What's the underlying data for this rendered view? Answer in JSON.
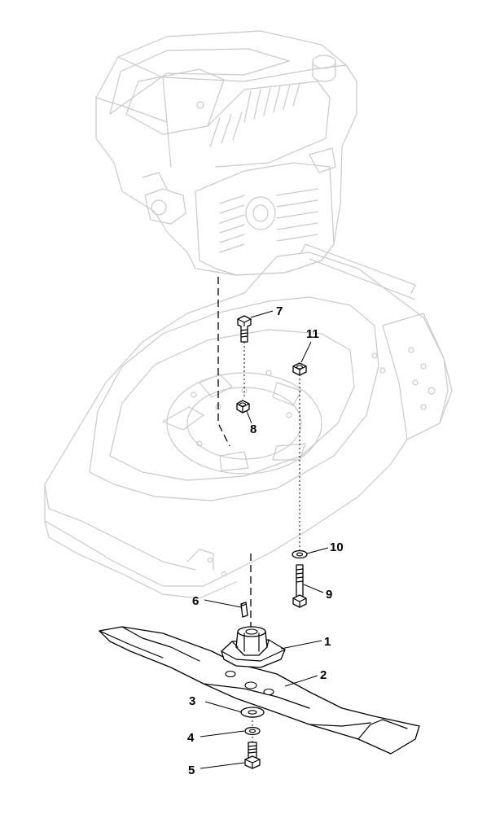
{
  "callouts": [
    {
      "id": "1",
      "label": "1"
    },
    {
      "id": "2",
      "label": "2"
    },
    {
      "id": "3",
      "label": "3"
    },
    {
      "id": "4",
      "label": "4"
    },
    {
      "id": "5",
      "label": "5"
    },
    {
      "id": "6",
      "label": "6"
    },
    {
      "id": "7",
      "label": "7"
    },
    {
      "id": "8",
      "label": "8"
    },
    {
      "id": "9",
      "label": "9"
    },
    {
      "id": "10",
      "label": "10"
    },
    {
      "id": "11",
      "label": "11"
    }
  ],
  "colors": {
    "ghost_outline": "#c9c9c9",
    "part_outline": "#000000",
    "background": "#ffffff"
  }
}
